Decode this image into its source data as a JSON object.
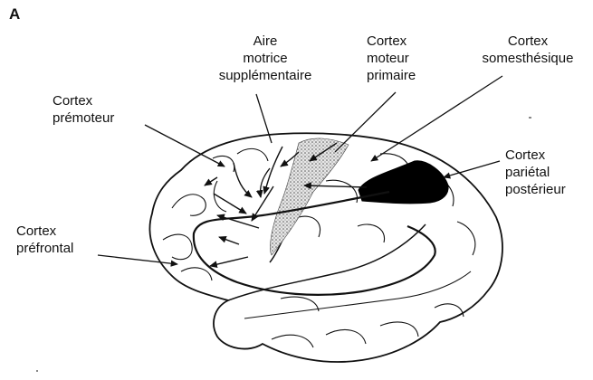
{
  "figure": {
    "panel_letter": "A",
    "labels": {
      "aire_motrice": [
        "Aire",
        "motrice",
        "supplémentaire"
      ],
      "cortex_moteur": [
        "Cortex",
        "moteur",
        "primaire"
      ],
      "cortex_somesthesique": [
        "Cortex",
        "somesthésique"
      ],
      "cortex_premoteur": [
        "Cortex",
        "prémoteur"
      ],
      "cortex_parietal": [
        "Cortex",
        "pariétal",
        "postérieur"
      ],
      "cortex_prefrontal": [
        "Cortex",
        "préfrontal"
      ]
    }
  }
}
